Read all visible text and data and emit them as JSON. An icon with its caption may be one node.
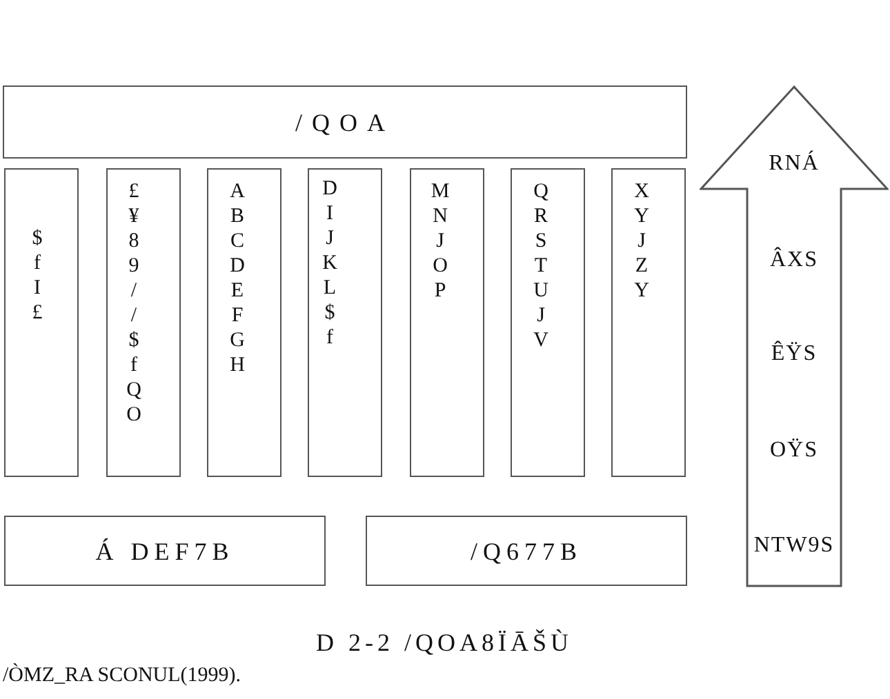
{
  "diagram": {
    "caption": "D 2-2 /QOA8ÏĀŠÙ",
    "nodes": [
      {
        "text": [
          "/QOA"
        ]
      },
      {
        "text": [
          "$fI£"
        ]
      },
      {
        "text": [
          "£¥89//$fQO"
        ]
      },
      {
        "text": [
          "ABCDEFGH"
        ]
      },
      {
        "text": [
          "DIJKL$f"
        ]
      },
      {
        "text": [
          "MNJOP"
        ]
      },
      {
        "text": [
          "QRSTUJV"
        ]
      },
      {
        "text": [
          "XYJZY"
        ]
      },
      {
        "text": [
          "Á DEF7B"
        ]
      },
      {
        "text": [
          "/Q677B"
        ]
      },
      {
        "text": [
          "RNÁ",
          "ÂXS",
          "ÊŸS",
          "OŸS",
          "NTW9S"
        ]
      }
    ],
    "labels": [
      "/ÒMZ_RA SCONUL(1999)."
    ]
  }
}
